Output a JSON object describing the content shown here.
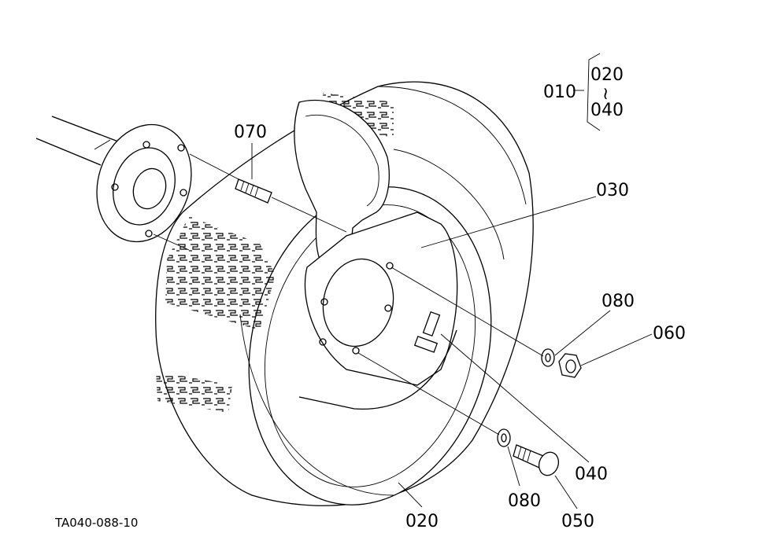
{
  "callouts": {
    "c010": "010",
    "c020_top": "020",
    "c040_top": "040",
    "tilde": "~",
    "c070": "070",
    "c030": "030",
    "c080_upper": "080",
    "c060": "060",
    "c040": "040",
    "c080_lower": "080",
    "c050": "050",
    "c020": "020"
  },
  "drawing_code": "TA040-088-10",
  "icons": {
    "tread": "tire-tread-pattern-icon"
  }
}
